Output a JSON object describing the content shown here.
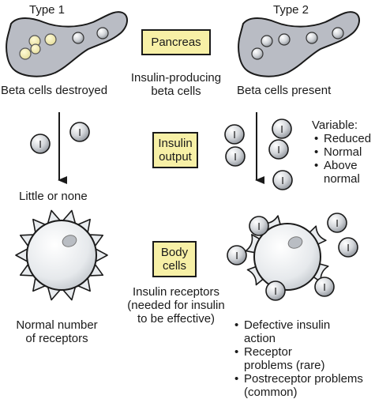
{
  "headers": {
    "type1": "Type 1",
    "type2": "Type 2"
  },
  "boxes": {
    "pancreas": "Pancreas",
    "insulin_output": [
      "Insulin",
      "output"
    ],
    "body_cells": [
      "Body",
      "cells"
    ]
  },
  "center_text": {
    "beta": [
      "Insulin-producing",
      "beta cells"
    ],
    "receptors": [
      "Insulin receptors",
      "(needed for insulin",
      "to be effective)"
    ]
  },
  "type1": {
    "beta_status": "Beta cells destroyed",
    "insulin_amount": "Little or none",
    "receptors": [
      "Normal number",
      "of receptors"
    ]
  },
  "type2": {
    "beta_status": "Beta cells present",
    "variable_title": "Variable:",
    "variable_items": [
      "Reduced",
      "Normal",
      "Above normal"
    ],
    "problems": [
      "Defective insulin action",
      "Receptor problems (rare)",
      "Postreceptor problems (common)"
    ]
  },
  "insulin_symbol": "I",
  "colors": {
    "box_fill": "#f7f0a6",
    "organ_fill": "#b9bcc4",
    "cell_fill": "#e9ecef",
    "insulin_fill": "#c2c6cc"
  }
}
